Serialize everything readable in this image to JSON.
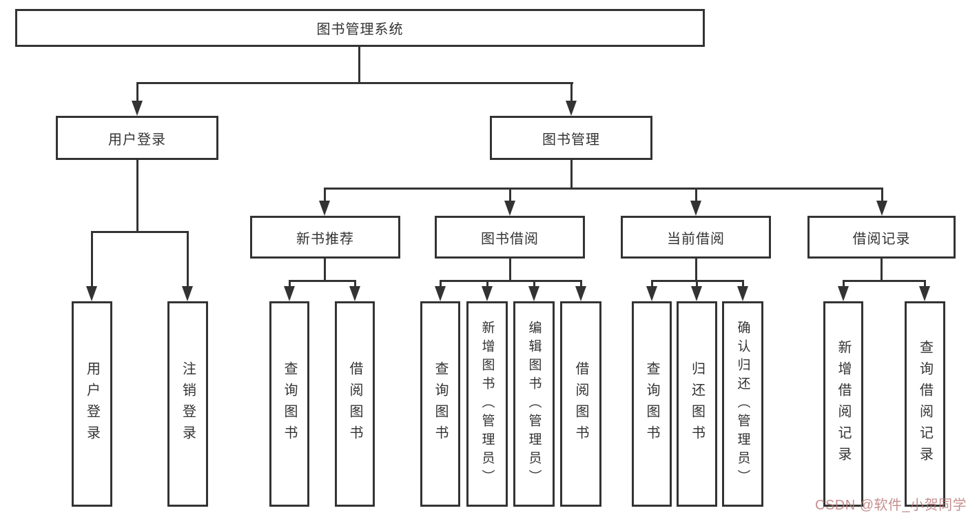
{
  "diagram": {
    "type": "hierarchy-tree",
    "nodes": {
      "root": "图书管理系统",
      "user_login": "用户登录",
      "book_mgmt": "图书管理",
      "new_book": "新书推荐",
      "book_borrow": "图书借阅",
      "current_borrow": "当前借阅",
      "borrow_record": "借阅记录"
    },
    "leaves": [
      {
        "parent": "用户登录",
        "label": "用户登录"
      },
      {
        "parent": "用户登录",
        "label": "注销登录"
      },
      {
        "parent": "新书推荐",
        "label": "查询图书"
      },
      {
        "parent": "新书推荐",
        "label": "借阅图书"
      },
      {
        "parent": "图书借阅",
        "label": "查询图书"
      },
      {
        "parent": "图书借阅",
        "label": "新增图书（管理员）"
      },
      {
        "parent": "图书借阅",
        "label": "编辑图书（管理员）"
      },
      {
        "parent": "图书借阅",
        "label": "借阅图书"
      },
      {
        "parent": "当前借阅",
        "label": "查询图书"
      },
      {
        "parent": "当前借阅",
        "label": "归还图书"
      },
      {
        "parent": "当前借阅",
        "label": "确认归还（管理员）"
      },
      {
        "parent": "借阅记录",
        "label": "新增借阅记录"
      },
      {
        "parent": "借阅记录",
        "label": "查询借阅记录"
      }
    ],
    "colors": {
      "line": "#333333",
      "text": "#333333",
      "background": "#ffffff"
    }
  },
  "watermark": {
    "text": "CSDN @软件_小贺同学",
    "color": "#b97676"
  }
}
